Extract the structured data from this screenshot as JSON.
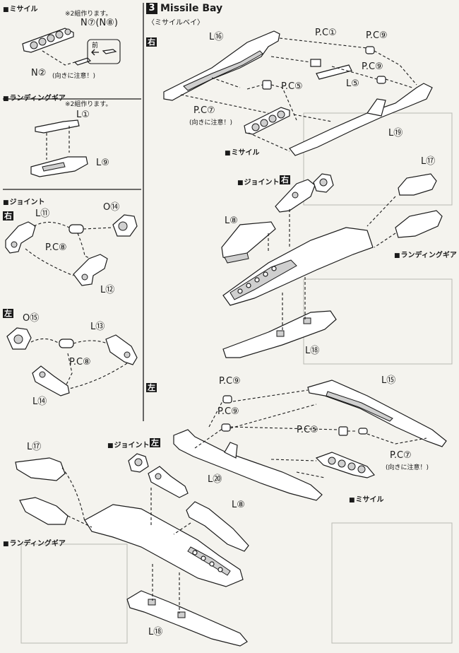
{
  "missile": {
    "header": "ミサイル",
    "note": "※2組作ります。",
    "parts": {
      "n7n8": "N⑦(N⑧)",
      "n2": "N②",
      "n2_note": "(向きに注意！)",
      "front": "前"
    }
  },
  "landing_gear": {
    "header": "ランディングギア",
    "note": "※2組作ります。",
    "parts": {
      "l1": "L①",
      "l9": "L⑨"
    }
  },
  "joint": {
    "header": "ジョイント",
    "right_label": "右",
    "left_label": "左",
    "right_parts": {
      "l11": "L⑪",
      "o14": "O⑭",
      "pc8": "P.C⑧",
      "l12": "L⑫"
    },
    "left_parts": {
      "o15": "O⑮",
      "l13": "L⑬",
      "pc8": "P.C⑧",
      "l14": "L⑭"
    }
  },
  "section3": {
    "number": "3",
    "title": "Missile Bay",
    "subtitle": "〈ミサイルベイ〉",
    "right": {
      "label": "右",
      "parts": {
        "l16": "L⑯",
        "pc1": "P.C①",
        "pc9a": "P.C⑨",
        "pc9b": "P.C⑨",
        "pc5": "P.C⑤",
        "l5": "L⑤",
        "pc7": "P.C⑦",
        "pc7_note": "(向きに注意！)",
        "l19": "L⑲",
        "missile": "ミサイル",
        "joint": "ジョイント",
        "joint_side": "右",
        "l17": "L⑰",
        "l8": "L⑧",
        "landing_gear": "ランディングギア",
        "l18": "L⑱"
      }
    },
    "left": {
      "label": "左",
      "parts": {
        "pc9a": "P.C⑨",
        "pc9b": "P.C⑨",
        "l15": "L⑮",
        "pc5": "P.C⑤",
        "pc7": "P.C⑦",
        "pc7_note": "(向きに注意！)",
        "l20": "L⑳",
        "missile": "ミサイル",
        "joint": "ジョイント",
        "joint_side": "左",
        "l17": "L⑰",
        "l8": "L⑧",
        "landing_gear": "ランディングギア",
        "l18": "L⑱"
      }
    }
  }
}
